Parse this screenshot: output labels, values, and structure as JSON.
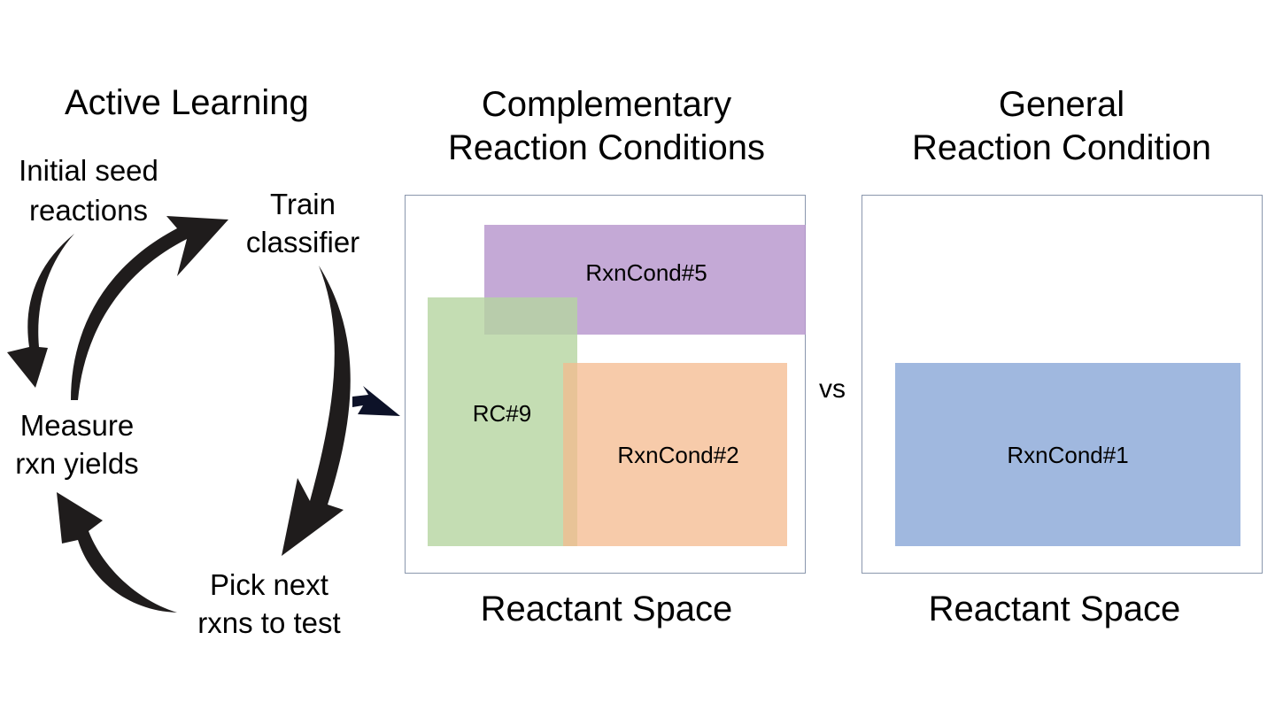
{
  "active_learning": {
    "title": "Active Learning",
    "steps": [
      {
        "line1": "Initial seed",
        "line2": "reactions"
      },
      {
        "line1": "Train",
        "line2": "classifier"
      },
      {
        "line1": "Pick next",
        "line2": "rxns to test"
      },
      {
        "line1": "Measure",
        "line2": "rxn yields"
      }
    ]
  },
  "complementary": {
    "title_line1": "Complementary",
    "title_line2": "Reaction Conditions",
    "axis_label": "Reactant Space",
    "regions": [
      {
        "label": "RxnCond#5",
        "color": "#b594cc"
      },
      {
        "label": "RC#9",
        "color": "#b5d5a0"
      },
      {
        "label": "RxnCond#2",
        "color": "#f4b98e"
      }
    ]
  },
  "vs_label": "vs",
  "general": {
    "title_line1": "General",
    "title_line2": "Reaction Condition",
    "axis_label": "Reactant Space",
    "regions": [
      {
        "label": "RxnCond#1",
        "color": "#8fabd9"
      }
    ]
  }
}
